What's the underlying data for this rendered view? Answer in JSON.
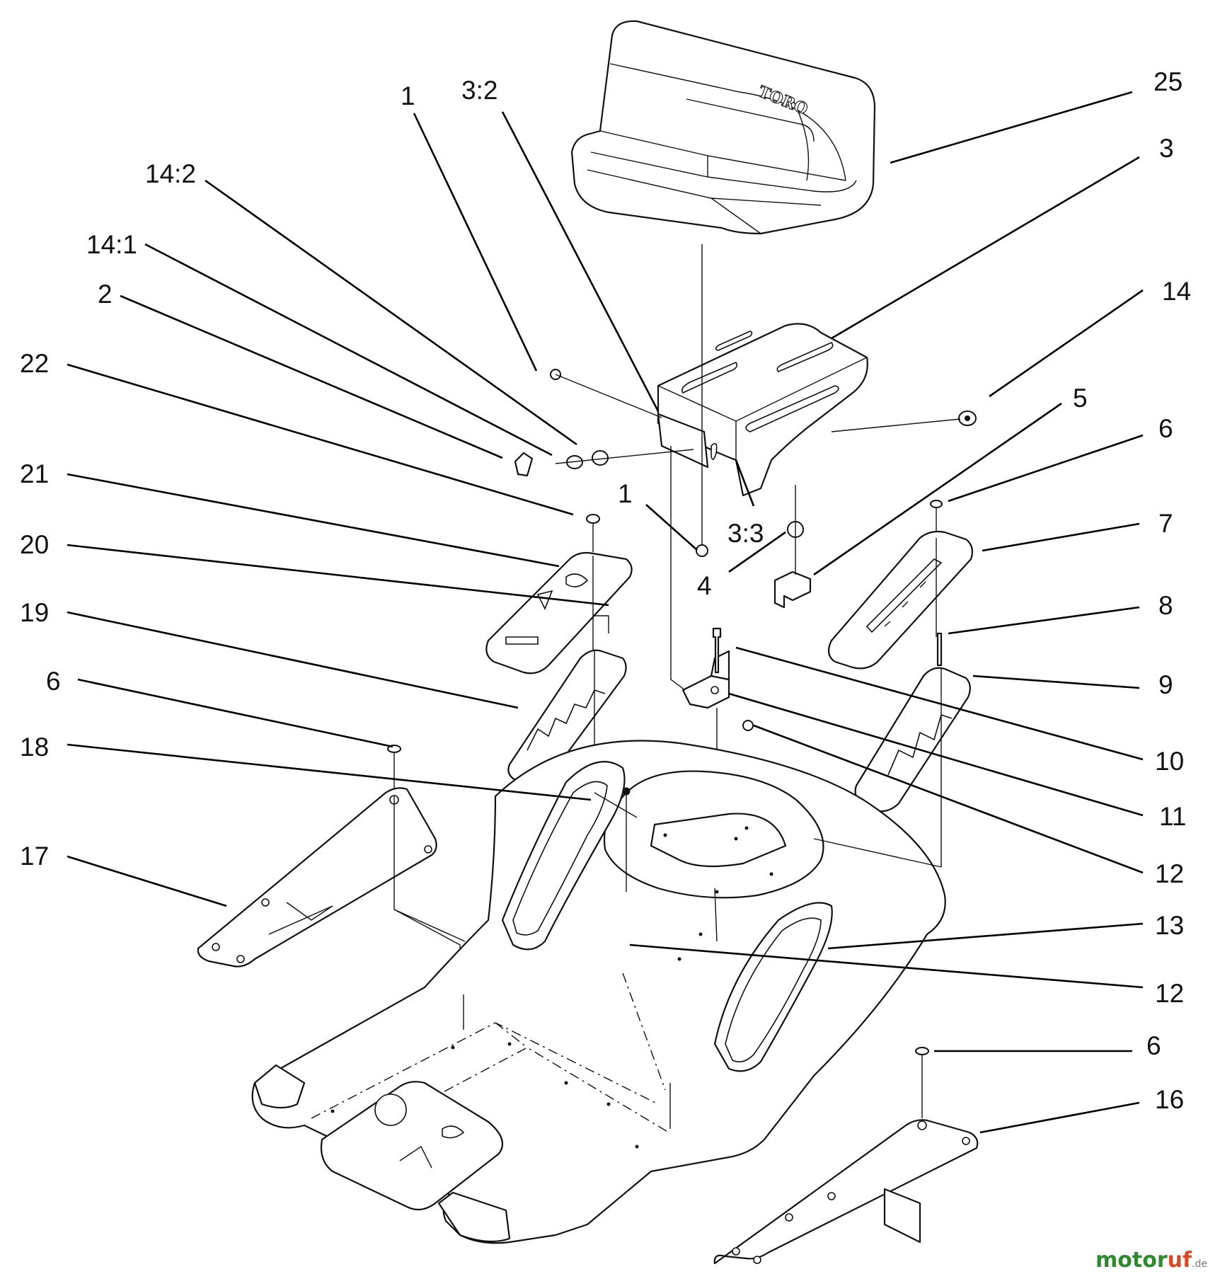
{
  "diagram": {
    "seat_brand": "TORO",
    "watermark": {
      "part1": "motor",
      "part2": "uf",
      "suffix": ".de"
    },
    "callouts": [
      {
        "id": "c-25",
        "text": "25"
      },
      {
        "id": "c-3-top",
        "text": "3"
      },
      {
        "id": "c-14-right",
        "text": "14"
      },
      {
        "id": "c-5",
        "text": "5"
      },
      {
        "id": "c-6-right-top",
        "text": "6"
      },
      {
        "id": "c-7",
        "text": "7"
      },
      {
        "id": "c-8",
        "text": "8"
      },
      {
        "id": "c-9",
        "text": "9"
      },
      {
        "id": "c-10",
        "text": "10"
      },
      {
        "id": "c-11",
        "text": "11"
      },
      {
        "id": "c-12-upper",
        "text": "12"
      },
      {
        "id": "c-13",
        "text": "13"
      },
      {
        "id": "c-12-lower",
        "text": "12"
      },
      {
        "id": "c-6-right-bottom",
        "text": "6"
      },
      {
        "id": "c-16",
        "text": "16"
      },
      {
        "id": "c-1-top",
        "text": "1"
      },
      {
        "id": "c-3-2",
        "text": "3:2"
      },
      {
        "id": "c-14-2",
        "text": "14:2"
      },
      {
        "id": "c-14-1",
        "text": "14:1"
      },
      {
        "id": "c-2",
        "text": "2"
      },
      {
        "id": "c-22",
        "text": "22"
      },
      {
        "id": "c-21",
        "text": "21"
      },
      {
        "id": "c-20",
        "text": "20"
      },
      {
        "id": "c-19",
        "text": "19"
      },
      {
        "id": "c-6-left",
        "text": "6"
      },
      {
        "id": "c-18",
        "text": "18"
      },
      {
        "id": "c-17",
        "text": "17"
      },
      {
        "id": "c-1-mid",
        "text": "1"
      },
      {
        "id": "c-3-3",
        "text": "3:3"
      },
      {
        "id": "c-4",
        "text": "4"
      }
    ]
  }
}
